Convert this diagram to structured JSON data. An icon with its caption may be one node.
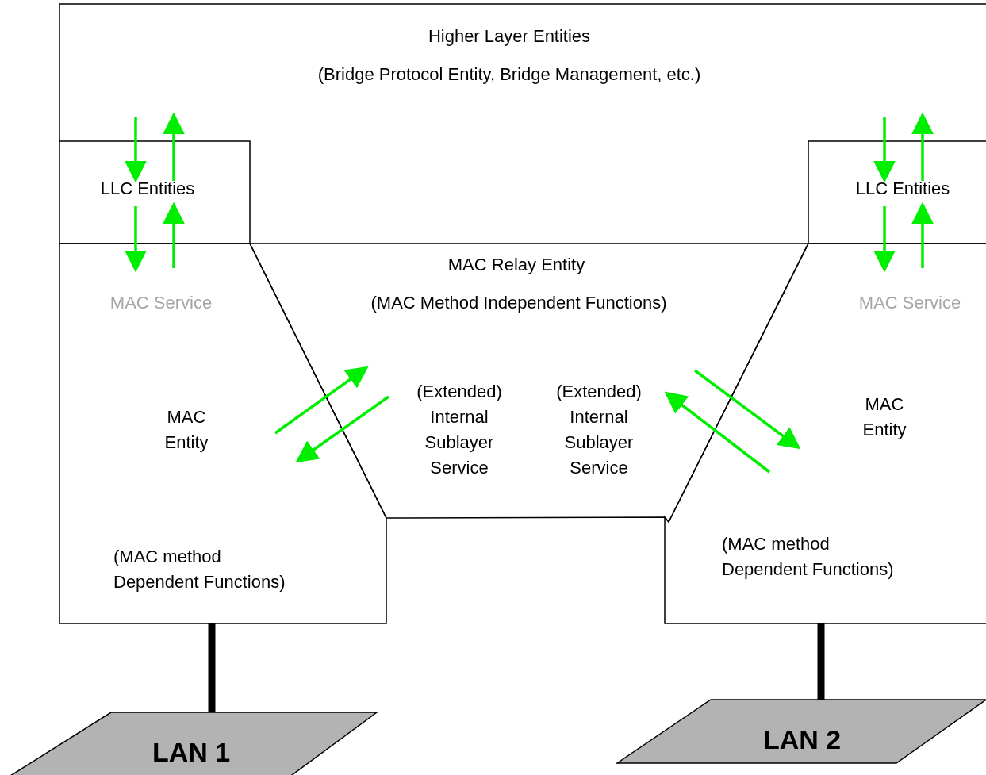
{
  "diagram": {
    "nodes": [
      {
        "text": [
          "Higher Layer Entities",
          "(Bridge Protocol Entity, Bridge Management, etc.)"
        ]
      },
      {
        "text": [
          "LLC Entities"
        ]
      },
      {
        "text": [
          "LLC Entities"
        ]
      },
      {
        "text": [
          "MAC Relay Entity",
          "(MAC Method Independent Functions)",
          "(Extended) Internal Sublayer Service",
          "(Extended) Internal Sublayer Service"
        ]
      },
      {
        "text": [
          "MAC Service",
          "MAC Entity",
          "(MAC method Dependent Functions)"
        ]
      },
      {
        "text": [
          "MAC Service",
          "MAC Entity",
          "(MAC method Dependent Functions)"
        ]
      },
      {
        "text": [
          "LAN 1"
        ]
      },
      {
        "text": [
          "LAN 2"
        ]
      }
    ],
    "edges": [
      {
        "from": 0,
        "to": 1,
        "arrow": "to"
      },
      {
        "from": 1,
        "to": 0,
        "arrow": "to"
      },
      {
        "from": 1,
        "to": 4,
        "arrow": "to"
      },
      {
        "from": 4,
        "to": 1,
        "arrow": "to"
      },
      {
        "from": 0,
        "to": 2,
        "arrow": "to"
      },
      {
        "from": 2,
        "to": 0,
        "arrow": "to"
      },
      {
        "from": 2,
        "to": 5,
        "arrow": "to"
      },
      {
        "from": 5,
        "to": 2,
        "arrow": "to"
      },
      {
        "from": 4,
        "to": 3,
        "arrow": "to"
      },
      {
        "from": 3,
        "to": 4,
        "arrow": "to"
      },
      {
        "from": 3,
        "to": 5,
        "arrow": "to"
      },
      {
        "from": 5,
        "to": 3,
        "arrow": "to"
      },
      {
        "from": 4,
        "to": 6,
        "arrow": "none",
        "style": "thick",
        "color": "#000000"
      },
      {
        "from": 5,
        "to": 7,
        "arrow": "none",
        "style": "thick",
        "color": "#000000"
      }
    ]
  }
}
